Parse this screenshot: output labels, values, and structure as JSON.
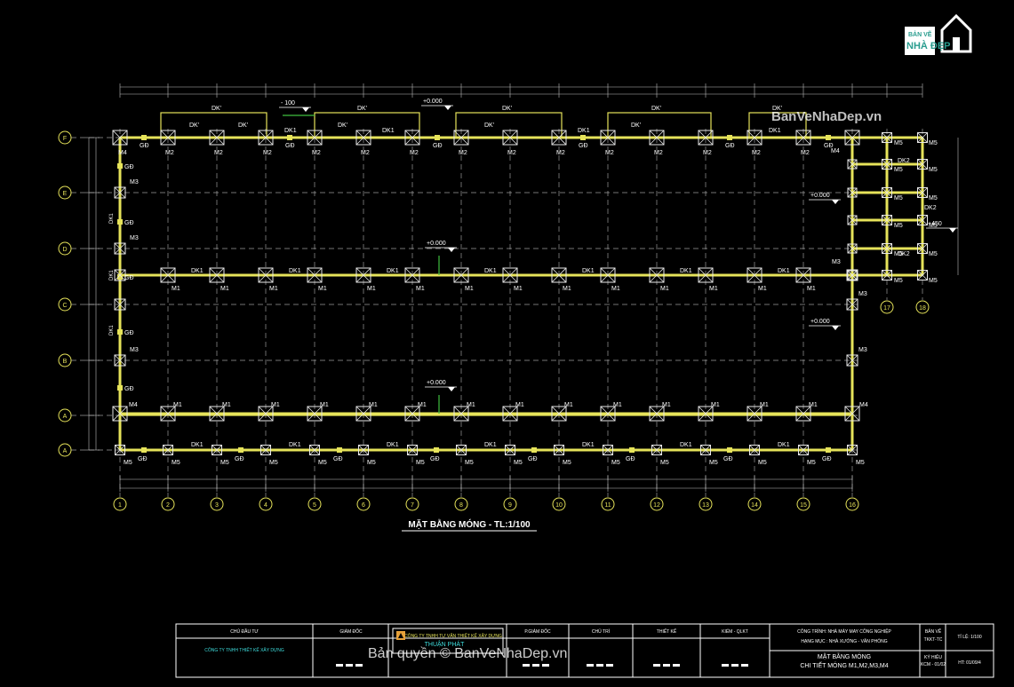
{
  "drawing": {
    "title": "MẶT BẰNG MÓNG - TL:1/100",
    "colors": {
      "background": "#000000",
      "beam": "#e6e35a",
      "grid": "#9a9a9a",
      "footing": "#e8e8e8",
      "label": "#ffffff",
      "level": "#3fbf3f",
      "dim": "#bdbdbd",
      "frame": "#ffffff"
    },
    "grid_columns": [
      "1",
      "2",
      "3",
      "4",
      "5",
      "6",
      "7",
      "8",
      "9",
      "10",
      "11",
      "12",
      "13",
      "14",
      "15",
      "16",
      "17",
      "18"
    ],
    "grid_rows": [
      "F",
      "E",
      "D",
      "C",
      "B",
      "A"
    ],
    "level_marks": [
      "- 100",
      "+0.000",
      "+0.000",
      "+0.000",
      "+0.000",
      "+0.000",
      "+450"
    ],
    "labels": {
      "M1": "M1",
      "M2": "M2",
      "M3": "M3",
      "M4": "M4",
      "M5": "M5",
      "DK1": "DK1",
      "DK2": "DK2",
      "DK": "DK'",
      "GD": "GĐ"
    }
  },
  "watermark": {
    "brand_line1": "BẢN VẼ",
    "brand_logo": "NHÀ ĐẸP",
    "site": "BanVeNhaDep.vn",
    "copyright": "Bản quyền © BanVeNhaDep.vn"
  },
  "title_block": {
    "owner_label": "CHỦ ĐẦU TƯ",
    "owner_value": "CÔNG TY TNHH THIẾT KẾ XÂY DỰNG",
    "director_label": "GIÁM ĐỐC",
    "company_name": "CÔNG TY TNHH TƯ VẤN THIẾT KẾ XÂY DỰNG",
    "company_brand": "THUẬN PHÁT",
    "deputy_label": "P.GIÁM ĐỐC",
    "chief_label": "CHỦ TRÌ",
    "design_label": "THIẾT KẾ",
    "check_label": "KIỂM - QLKT",
    "project_line1": "CÔNG TRÌNH: NHÀ MÁY MAY CÔNG NGHIỆP",
    "project_line2": "HẠNG MỤC : NHÀ XƯỞNG - VĂN PHÒNG",
    "sheet_title1": "MẶT BẰNG MÓNG",
    "sheet_title2": "CHI TIẾT MÓNG M1,M2,M3,M4",
    "drawing_no_label": "BẢN VẼ",
    "drawing_no": "TKKT-TC",
    "scale": "TỈ LỆ: 1/100",
    "symbol_label": "KÝ HIỆU",
    "symbol": "KCM - 01/02",
    "sheet_no": "HT: 01/09/4"
  }
}
